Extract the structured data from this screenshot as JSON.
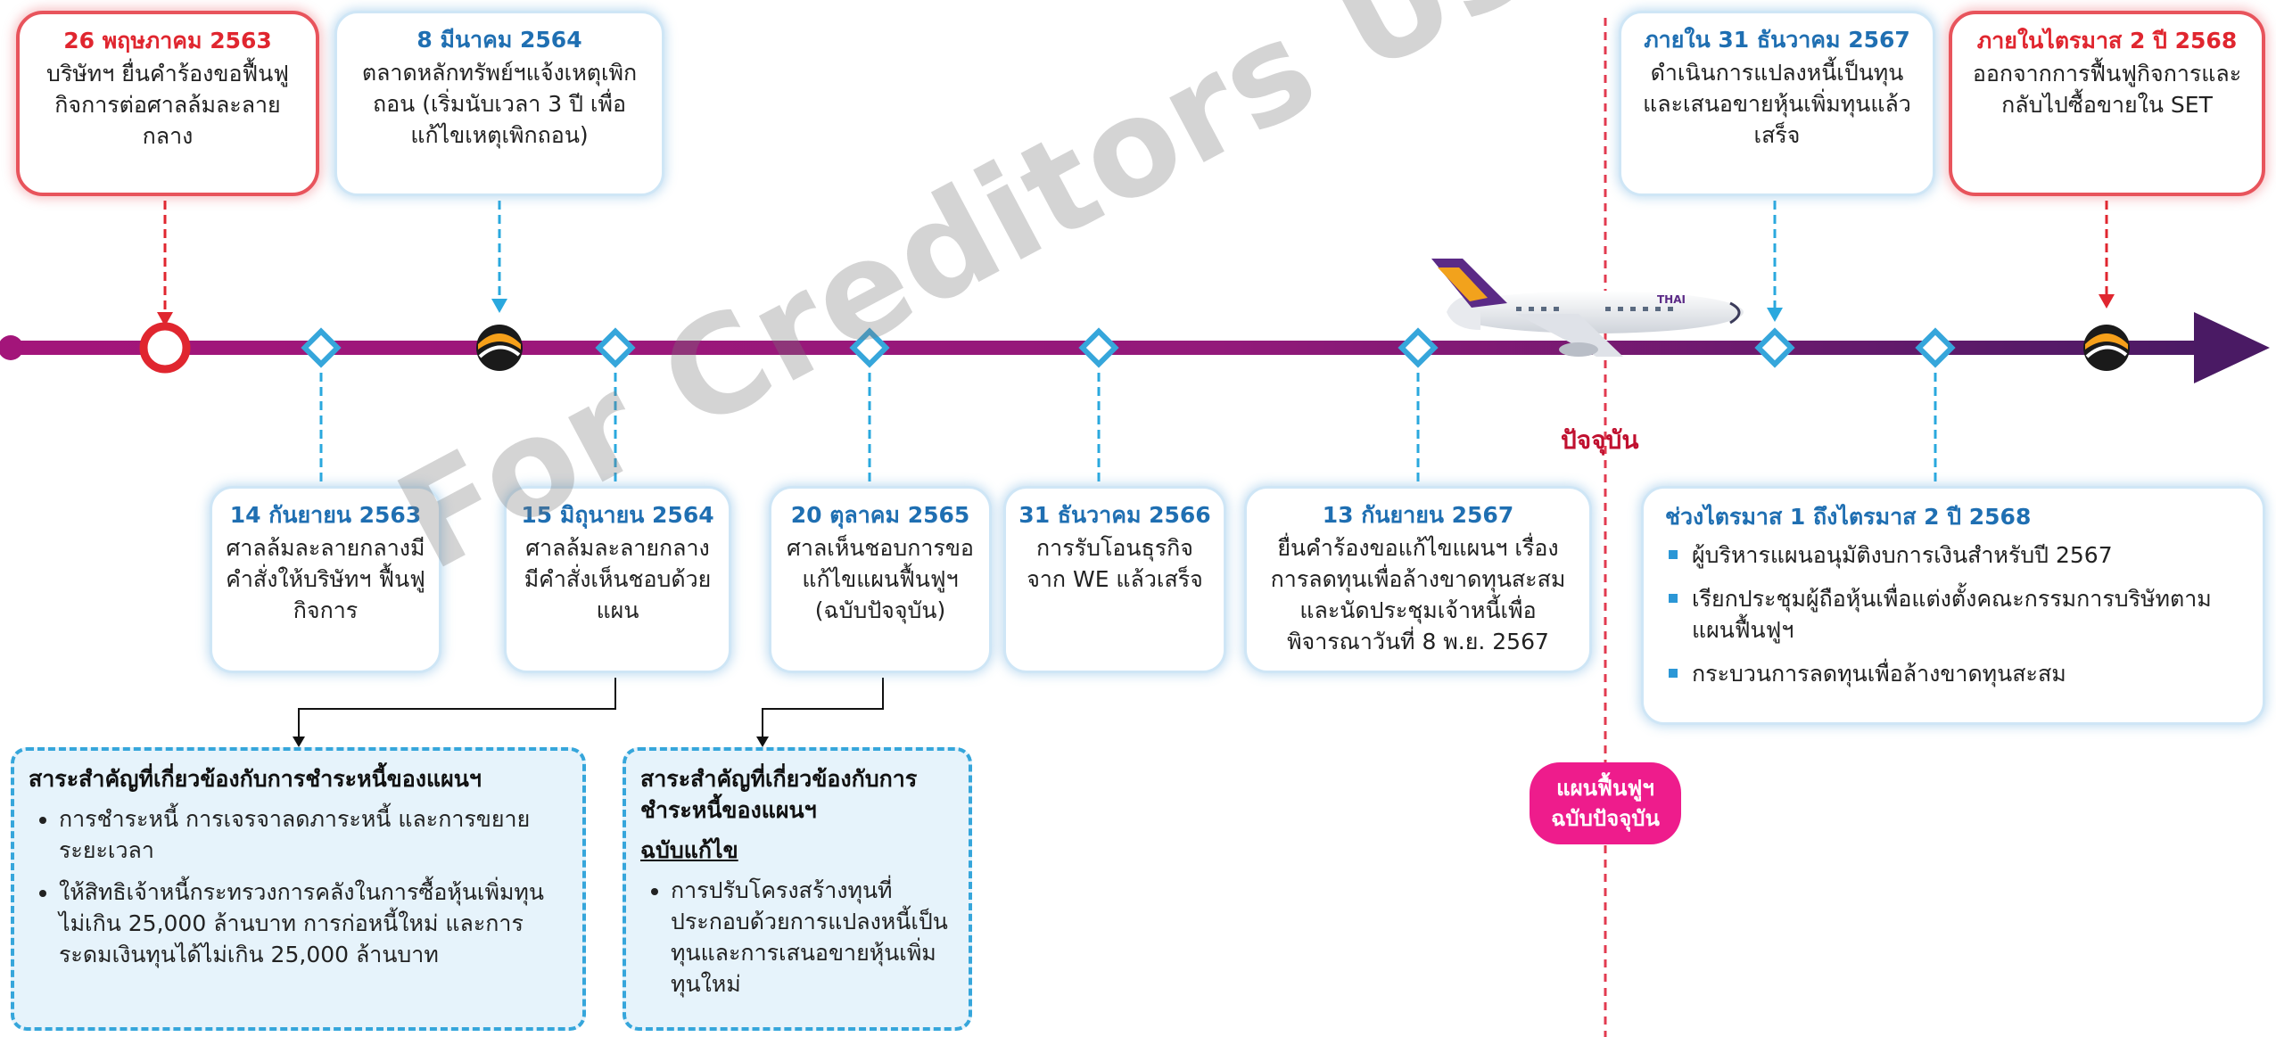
{
  "colors": {
    "line": "#a3157a",
    "line_end": "#4a1a64",
    "red": "#e0262f",
    "blue": "#1f6fb2",
    "pink": "#ee1c8c"
  },
  "top_events": [
    {
      "date": "26 พฤษภาคม 2563",
      "text": "บริษัทฯ ยื่นคำร้องขอฟื้นฟูกิจการต่อศาลล้มละลายกลาง"
    },
    {
      "date": "8 มีนาคม 2564",
      "text": "ตลาดหลักทรัพย์ฯแจ้งเหตุเพิกถอน (เริ่มนับเวลา 3 ปี เพื่อแก้ไขเหตุเพิกถอน)"
    },
    {
      "date": "ภายใน 31 ธันวาคม 2567",
      "text": "ดำเนินการแปลงหนี้เป็นทุนและเสนอขายหุ้นเพิ่มทุนแล้วเสร็จ"
    },
    {
      "date": "ภายในไตรมาส 2 ปี 2568",
      "text": "ออกจากการฟื้นฟูกิจการและกลับไปซื้อขายใน SET"
    }
  ],
  "bottom_events": [
    {
      "date": "14 กันยายน 2563",
      "text": "ศาลล้มละลายกลางมีคำสั่งให้บริษัทฯ ฟื้นฟูกิจการ"
    },
    {
      "date": "15 มิถุนายน 2564",
      "text": "ศาลล้มละลายกลางมีคำสั่งเห็นชอบด้วยแผน"
    },
    {
      "date": "20 ตุลาคม 2565",
      "text": "ศาลเห็นชอบการขอแก้ไขแผนฟื้นฟูฯ (ฉบับปัจจุบัน)"
    },
    {
      "date": "31 ธันวาคม 2566",
      "text": "การรับโอนธุรกิจจาก WE แล้วเสร็จ"
    },
    {
      "date": "13 กันยายน 2567",
      "text": "ยื่นคำร้องขอแก้ไขแผนฯ เรื่องการลดทุนเพื่อล้างขาดทุนสะสมและนัดประชุมเจ้าหนี้เพื่อพิจารณาวันที่ 8 พ.ย. 2567"
    }
  ],
  "right_panel": {
    "title": "ช่วงไตรมาส 1 ถึงไตรมาส 2 ปี 2568",
    "items": [
      "ผู้บริหารแผนอนุมัติงบการเงินสำหรับปี 2567",
      "เรียกประชุมผู้ถือหุ้นเพื่อแต่งตั้งคณะกรรมการบริษัทตามแผนฟื้นฟูฯ",
      "กระบวนการลดทุนเพื่อล้างขาดทุนสะสม"
    ]
  },
  "note_left": {
    "title": "สาระสำคัญที่เกี่ยวข้องกับการชำระหนี้ของแผนฯ",
    "items": [
      "การชำระหนี้ การเจรจาลดภาระหนี้ และการขยายระยะเวลา",
      "ให้สิทธิเจ้าหนี้กระทรวงการคลังในการซื้อหุ้นเพิ่มทุนไม่เกิน 25,000 ล้านบาท การก่อหนี้ใหม่ และการระดมเงินทุนได้ไม่เกิน 25,000 ล้านบาท"
    ]
  },
  "note_mid": {
    "title": "สาระสำคัญที่เกี่ยวข้องกับการชำระหนี้ของแผนฯ",
    "subtitle": "ฉบับแก้ไข",
    "items": [
      "การปรับโครงสร้างทุนที่ประกอบด้วยการแปลงหนี้เป็นทุนและการเสนอขายหุ้นเพิ่มทุนใหม่"
    ]
  },
  "current_label": "ปัจจุบัน",
  "current_plan_pill": "แผนฟื้นฟูฯ ฉบับปัจจุบัน",
  "watermark": "For Creditors Use Only",
  "airplane_logo_text": "THAI"
}
